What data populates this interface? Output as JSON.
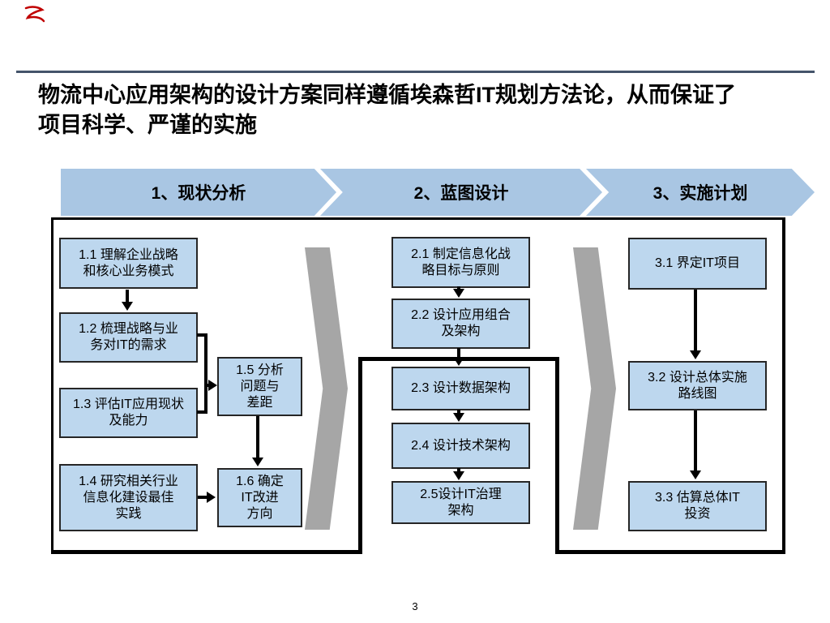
{
  "slide": {
    "title_line1": "物流中心应用架构的设计方案同样遵循埃森哲IT规划方法论，从而保证了",
    "title_line2": "项目科学、严谨的实施",
    "page_number": "3"
  },
  "banners": {
    "b1": "1、现状分析",
    "b2": "2、蓝图设计",
    "b3": "3、实施计划"
  },
  "steps": {
    "s11": "1.1 理解企业战略\n和核心业务模式",
    "s12": "1.2 梳理战略与业\n务对IT的需求",
    "s13": "1.3 评估IT应用现状\n及能力",
    "s14": "1.4 研究相关行业\n信息化建设最佳\n实践",
    "s15": "1.5  分析\n问题与\n差距",
    "s16": "1.6  确定\nIT改进\n方向",
    "s21": "2.1 制定信息化战\n略目标与原则",
    "s22": "2.2 设计应用组合\n及架构",
    "s23": "2.3 设计数据架构",
    "s24": "2.4 设计技术架构",
    "s25": "2.5设计IT治理\n架构",
    "s31": "3.1 界定IT项目",
    "s32": "3.2 设计总体实施\n路线图",
    "s33": "3.3 估算总体IT\n投资"
  },
  "colors": {
    "box_fill": "#BDD7EE",
    "banner_fill": "#A9C6E3",
    "gray_chevron": "#A6A6A6",
    "title_rule": "#44546A",
    "watermark_red": "#C00000",
    "line_black": "#000000"
  }
}
